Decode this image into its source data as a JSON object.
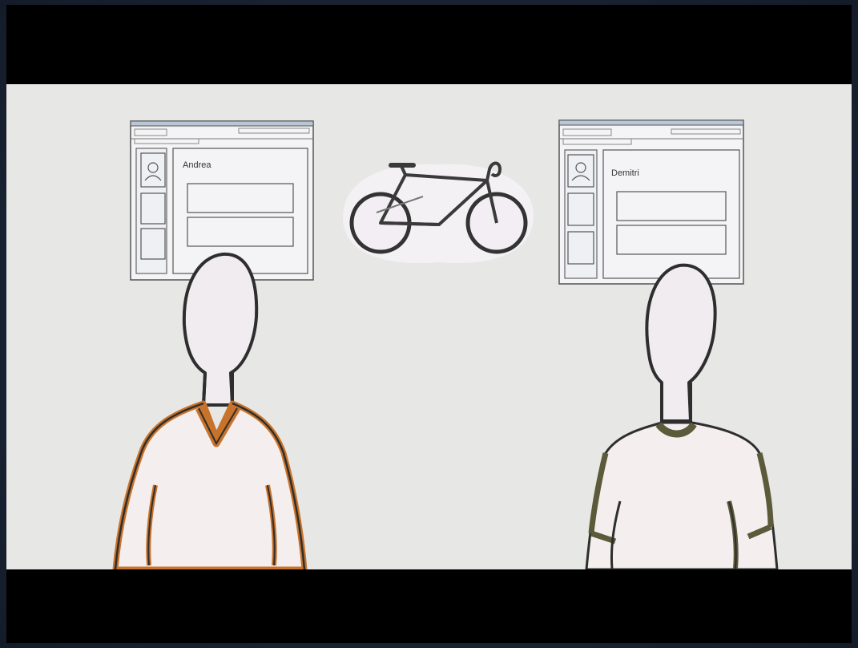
{
  "profiles": {
    "left_name": "Andrea",
    "right_name": "Demitri"
  },
  "colors": {
    "scene_bg": "#e7e8e5",
    "letterbox": "#000000",
    "outline": "#3a3a3a",
    "sweater": "#c8732c",
    "tshirt_trim": "#5b5a3a"
  },
  "icons": [
    "bicycle-icon",
    "avatar-icon",
    "person-left",
    "person-right"
  ]
}
